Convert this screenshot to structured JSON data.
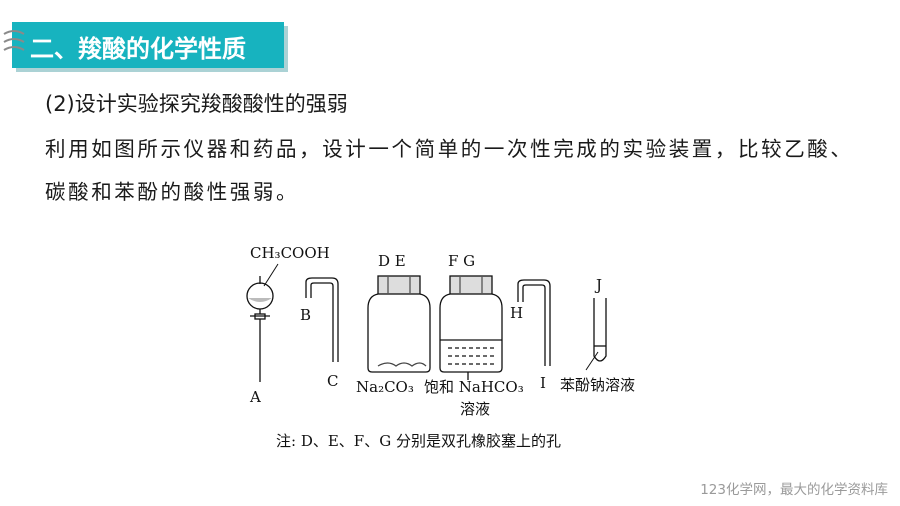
{
  "header": {
    "title": "二、羧酸的化学性质"
  },
  "section": {
    "heading": "(2)设计实验探究羧酸酸性的强弱"
  },
  "body": {
    "paragraph": "利用如图所示仪器和药品，设计一个简单的一次性完成的实验装置，比较乙酸、碳酸和苯酚的酸性强弱。"
  },
  "diagram": {
    "funnel_reagent": "CH₃COOH",
    "label_a": "A",
    "label_b": "B",
    "label_c": "C",
    "label_de": "D E",
    "label_fg": "F G",
    "label_h": "H",
    "label_i": "I",
    "label_j": "J",
    "bottle1_reagent": "Na₂CO₃",
    "bottle2_reagent_line1": "饱和 NaHCO₃",
    "bottle2_reagent_line2": "溶液",
    "tube_reagent": "苯酚钠溶液",
    "note": "注: D、E、F、G 分别是双孔橡胶塞上的孔"
  },
  "footer": {
    "watermark": "123化学网，最大的化学资料库"
  },
  "colors": {
    "banner": "#17b3bf",
    "text": "#1a1a1a",
    "footer": "#9a9a9a"
  }
}
